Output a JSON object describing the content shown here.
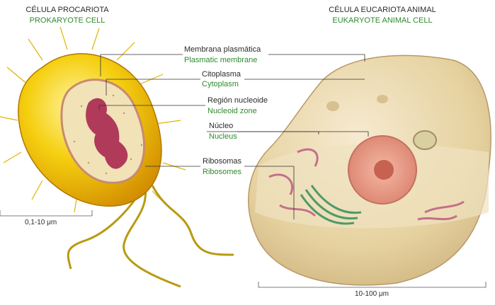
{
  "prokaryote": {
    "title": "CÉLULA PROCARIOTA",
    "subtitle": "PROKARYOTE CELL",
    "scale": "0,1-10 μm"
  },
  "eukaryote": {
    "title": "CÉLULA EUCARIOTA ANIMAL",
    "subtitle": "EUKARYOTE ANIMAL CELL",
    "scale": "10-100 μm"
  },
  "labels": [
    {
      "es": "Membrana plasmática",
      "en": "Plasmatic membrane"
    },
    {
      "es": "Citoplasma",
      "en": "Cytoplasm"
    },
    {
      "es": "Región nucleoide",
      "en": "Nucleoid zone"
    },
    {
      "es": "Núcleo",
      "en": "Nucleus"
    },
    {
      "es": "Ribosomas",
      "en": "Ribosomes"
    }
  ],
  "colors": {
    "label_green": "#2e8b2e",
    "bacterium_capsule": "#f2c200",
    "nucleoid": "#b03a5a",
    "eukaryote_cytoplasm": "#e8d6a8"
  }
}
